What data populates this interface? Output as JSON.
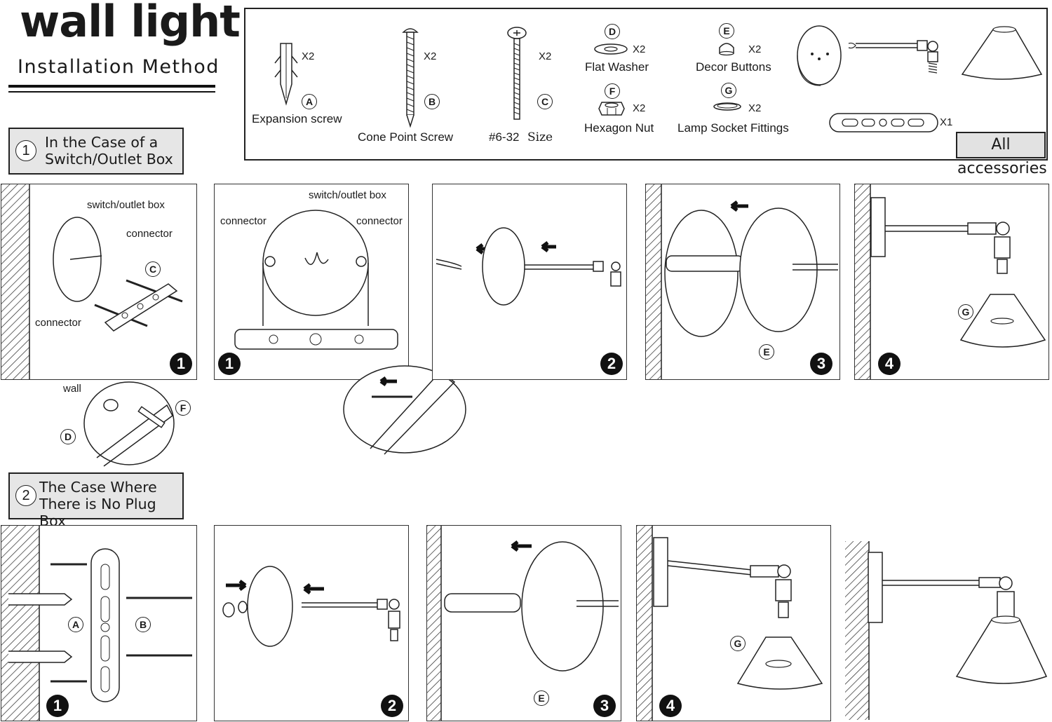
{
  "header": {
    "title": "wall light",
    "subtitle": "Installation Method"
  },
  "accessories": {
    "tag": "All accessories",
    "items": [
      {
        "letter": "A",
        "name": "Expansion screw",
        "qty": "X2"
      },
      {
        "letter": "B",
        "name": "Cone Point Screw",
        "qty": "X2"
      },
      {
        "letter": "C",
        "name": "#6-32",
        "size": "Size",
        "qty": "X2"
      },
      {
        "letter": "D",
        "name": "Flat Washer",
        "qty": "X2"
      },
      {
        "letter": "E",
        "name": "Decor Buttons",
        "qty": "X2"
      },
      {
        "letter": "F",
        "name": "Hexagon Nut",
        "qty": "X2"
      },
      {
        "letter": "G",
        "name": "Lamp Socket Fittings",
        "qty": "X2"
      }
    ],
    "bracket_qty": "X1"
  },
  "case1": {
    "number": "1",
    "line1": "In the Case of a",
    "line2": "Switch/Outlet Box",
    "labels": {
      "box": "switch/outlet box",
      "connector": "connector",
      "wall": "wall"
    },
    "steps": [
      "1",
      "1",
      "2",
      "3",
      "4"
    ]
  },
  "case2": {
    "number": "2",
    "line1": "The Case Where",
    "line2": "There is No Plug Box",
    "steps": [
      "1",
      "2",
      "3",
      "4"
    ]
  },
  "markers": {
    "A": "A",
    "B": "B",
    "C": "C",
    "D": "D",
    "E": "E",
    "F": "F",
    "G": "G"
  }
}
